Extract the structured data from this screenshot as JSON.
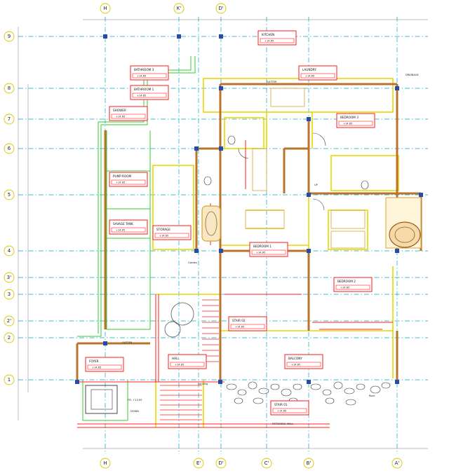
{
  "grid": {
    "columns_top": [
      "H",
      "K'",
      "D'"
    ],
    "columns_bottom": [
      "H",
      "E'",
      "D'",
      "C'",
      "B'",
      "A'"
    ],
    "rows": [
      "9",
      "8",
      "7",
      "6",
      "5",
      "4",
      "3'",
      "3",
      "2'",
      "2",
      "1"
    ]
  },
  "rooms": {
    "bathroom_3": "BATHROOM 3",
    "bathroom_1": "BATHROOM 1",
    "shower": "SHOWER",
    "pump_room": "PUMP ROOM",
    "sewage_tank": "SAVAGE TANK",
    "storage": "STORAGE",
    "laundry": "LAUNDRY",
    "bedroom_3": "BEDROOM 3",
    "bedroom_1": "BEDROOM 1",
    "bedroom_2": "BEDROOM 2",
    "hall": "HALL",
    "foyer": "FOYER",
    "balcony": "BALCONY",
    "stair_1": "STAIR 01",
    "stair_2": "STAIR 02",
    "kitchen": "KITCHEN"
  },
  "labels": {
    "gutter_top": "GUTTER",
    "gutter_left": "GUTTER",
    "drainage": "DRAINAGE",
    "retaining_wall": "RETAINING WALL",
    "down": "DOWN",
    "up": "UP",
    "garden": "Garden",
    "landing": "Landing",
    "rock": "Rock",
    "level_main": "+14.65",
    "level_ffl": "FFL +13.95"
  }
}
